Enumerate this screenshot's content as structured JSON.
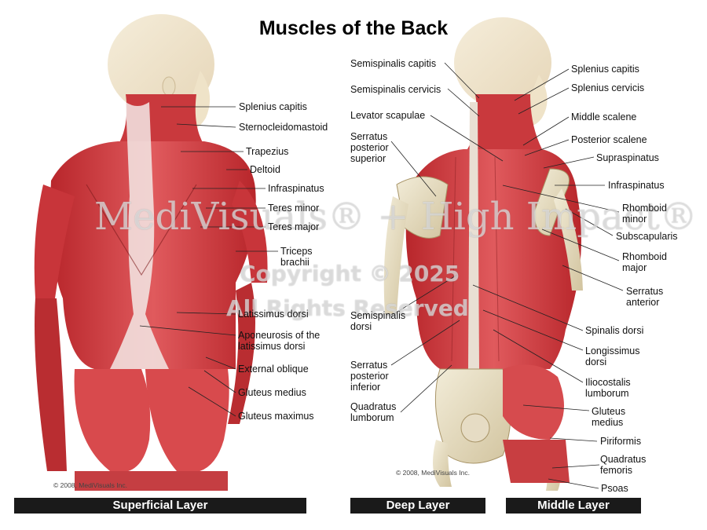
{
  "title": "Muscles of the Back",
  "panels": {
    "superficial": "Superficial Layer",
    "deep": "Deep Layer",
    "middle": "Middle Layer"
  },
  "credits": {
    "left": "© 2008, MediVisuals Inc.",
    "right": "© 2008, MediVisuals Inc."
  },
  "watermark": {
    "brand": "MediVisuals® + High Impact®",
    "copyright": "Copyright © 2025",
    "rights": "All Rights Reserved"
  },
  "labels_superficial": [
    "Splenius capitis",
    "Sternocleidomastoid",
    "Trapezius",
    "Deltoid",
    "Infraspinatus",
    "Teres minor",
    "Teres major",
    "Triceps brachii",
    "Latissimus dorsi",
    "Aponeurosis of the latissimus dorsi",
    "External oblique",
    "Gluteus medius",
    "Gluteus maximus"
  ],
  "labels_deep_left": [
    "Semispinalis capitis",
    "Semispinalis cervicis",
    "Levator scapulae",
    "Serratus posterior superior",
    "Semispinalis dorsi",
    "Serratus posterior inferior",
    "Quadratus lumborum"
  ],
  "labels_right": [
    "Splenius capitis",
    "Splenius cervicis",
    "Middle scalene",
    "Posterior scalene",
    "Supraspinatus",
    "Infraspinatus",
    "Rhomboid minor",
    "Subscapularis",
    "Rhomboid major",
    "Serratus anterior",
    "Spinalis dorsi",
    "Longissimus dorsi",
    "Iliocostalis lumborum",
    "Gluteus medius",
    "Piriformis",
    "Quadratus femoris",
    "Psoas"
  ]
}
